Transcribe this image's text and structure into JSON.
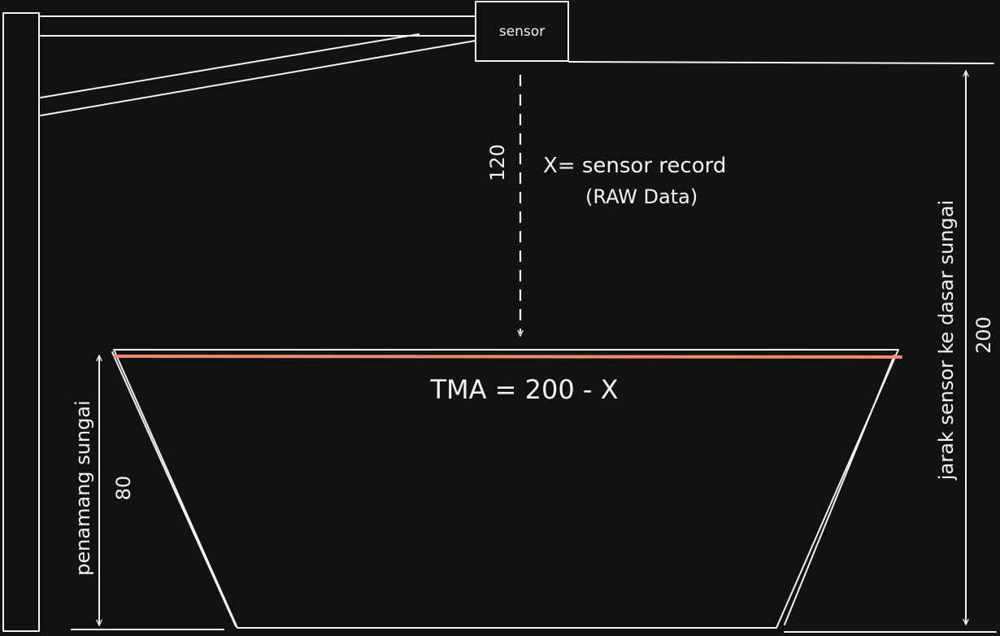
{
  "sensor": {
    "label": "sensor"
  },
  "annotations": {
    "raw_distance": "120",
    "raw_note_line1": "X= sensor record",
    "raw_note_line2": "(RAW Data)",
    "formula": "TMA = 200 - X",
    "left_label": "penamang sungai",
    "left_value": "80",
    "right_label": "jarak sensor ke dasar sungai",
    "right_value": "200"
  },
  "colors": {
    "background": "#121212",
    "line": "#f4f4f4",
    "water_level": "#f08a6c"
  }
}
